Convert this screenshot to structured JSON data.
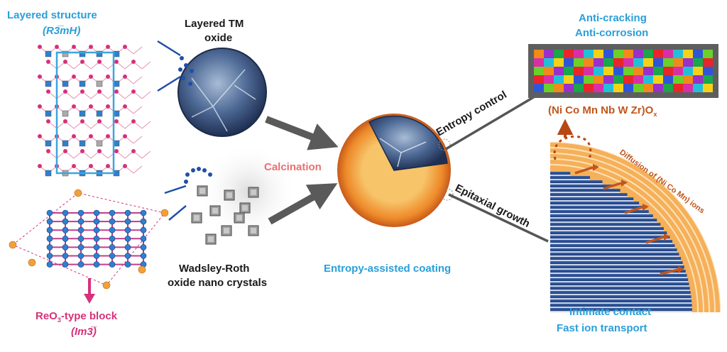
{
  "labels": {
    "layered_structure": "Layered structure",
    "layered_space_group": "(R3̅mH)",
    "layered_tm_oxide_line1": "Layered TM",
    "layered_tm_oxide_line2": "oxide",
    "calcination": "Calcination",
    "entropy_control": "Entropy control",
    "epitaxial_growth": "Epitaxial growth",
    "anti_cracking": "Anti-cracking",
    "anti_corrosion": "Anti-corrosion",
    "coating_formula_main": "(Ni Co Mn Nb W Zr)O",
    "coating_formula_sub": "x",
    "diffusion": "Diffusion of (Ni Co Mn) ions",
    "wadsley_line1": "Wadsley-Roth",
    "wadsley_line2": "oxide nano crystals",
    "entropy_assisted": "Entropy-assisted coating",
    "intimate_contact": "Intimate contact",
    "fast_ion": "Fast ion transport",
    "reo3_main": "ReO",
    "reo3_sub": "3",
    "reo3_tail": "-type block",
    "reo3_space_group": "(Im3̅)"
  },
  "colors": {
    "blue_label": "#2a9fd8",
    "pink_label": "#d6317a",
    "orange_label": "#c2561a",
    "calcination": "#e9706f"
  }
}
